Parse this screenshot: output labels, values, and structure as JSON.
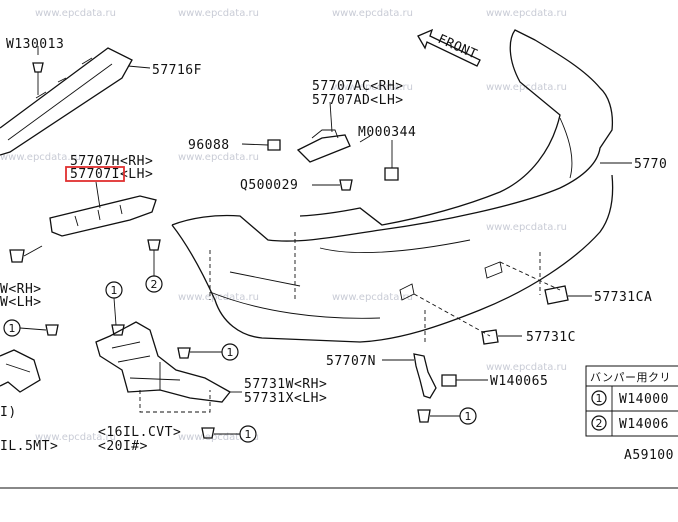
{
  "watermark": "www.epcdata.ru",
  "front_label": "FRONT",
  "labels": {
    "w130013": "W130013",
    "p57716f": "57716F",
    "p57707ac": "57707AC<RH>",
    "p57707ad": "57707AD<LH>",
    "p96088": "96088",
    "m000344": "M000344",
    "p57707h": "57707H<RH>",
    "p57707i": "57707I<LH>",
    "q500029": "Q500029",
    "p5770x": "5770",
    "w_rh": "W<RH>",
    "w_lh": "W<LH>",
    "p57731ca": "57731CA",
    "p57731c": "57731C",
    "p57707n": "57707N",
    "w140065": "W140065",
    "p57731w": "57731W<RH>",
    "p57731x": "57731X<LH>",
    "cvt": "<16IL.CVT>",
    "i20": "<20I#>",
    "mt": "IL.5MT>",
    "paren_i": "I)",
    "diagram_code": "A59100"
  },
  "callouts": {
    "one": "1",
    "two": "2"
  },
  "table": {
    "header": "バンパー用クリ",
    "rows": [
      {
        "num": "1",
        "code": "W14000"
      },
      {
        "num": "2",
        "code": "W14006"
      }
    ]
  },
  "highlight_color": "#e03030"
}
